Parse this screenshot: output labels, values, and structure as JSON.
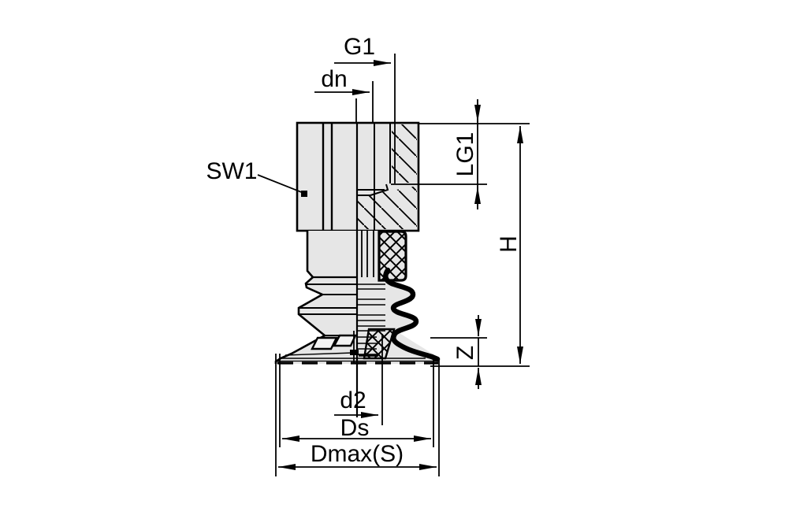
{
  "drawing": {
    "labels": {
      "g1": "G1",
      "dn": "dn",
      "sw1": "SW1",
      "lg1": "LG1",
      "h": "H",
      "z": "Z",
      "d2": "d2",
      "ds": "Ds",
      "dmax": "Dmax(S)"
    },
    "colors": {
      "part_fill": "#e6e6e6",
      "line": "#000000",
      "background": "#ffffff"
    }
  }
}
